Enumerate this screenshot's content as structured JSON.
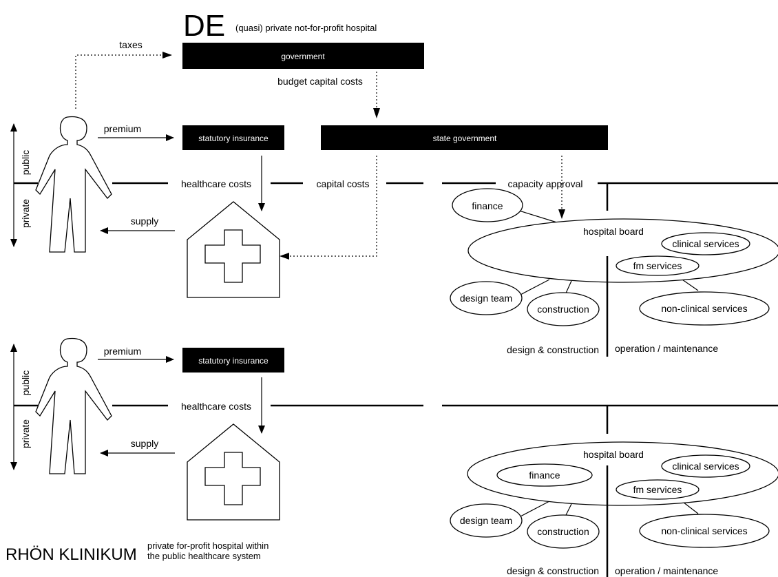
{
  "top": {
    "country": "DE",
    "subtitle": "(quasi) private not-for-profit hospital",
    "taxes": "taxes",
    "government": "government",
    "budget_capital_costs": "budget capital costs",
    "premium": "premium",
    "statutory_insurance": "statutory insurance",
    "state_government": "state government",
    "public": "public",
    "private": "private",
    "healthcare_costs": "healthcare costs",
    "capital_costs": "capital costs",
    "capacity_approval": "capacity approval",
    "supply": "supply",
    "finance": "finance",
    "hospital_board": "hospital board",
    "clinical_services": "clinical services",
    "fm_services": "fm services",
    "design_team": "design team",
    "construction": "construction",
    "non_clinical_services": "non-clinical services",
    "design_construction": "design & construction",
    "operation_maintenance": "operation / maintenance"
  },
  "bottom": {
    "premium": "premium",
    "statutory_insurance": "statutory insurance",
    "public": "public",
    "private": "private",
    "healthcare_costs": "healthcare costs",
    "supply": "supply",
    "hospital_board": "hospital board",
    "finance": "finance",
    "clinical_services": "clinical services",
    "fm_services": "fm services",
    "design_team": "design team",
    "construction": "construction",
    "non_clinical_services": "non-clinical services",
    "design_construction": "design & construction",
    "operation_maintenance": "operation / maintenance",
    "brand": "RHÖN KLINIKUM",
    "brand_sub_1": "private for-profit hospital within",
    "brand_sub_2": "the public healthcare system"
  }
}
